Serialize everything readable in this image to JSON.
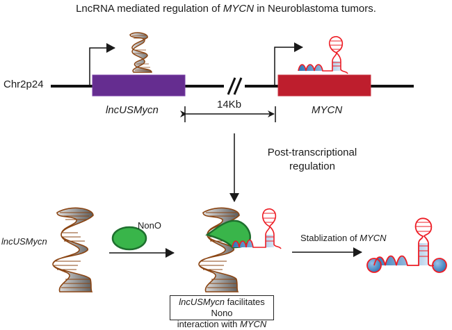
{
  "title": {
    "prefix": "LncRNA mediated regulation of ",
    "gene": "MYCN",
    "suffix": " in Neuroblastoma tumors."
  },
  "chromosome_label": "Chr2p24",
  "genes": [
    {
      "name": "lncUSMycn",
      "color": "#652d90"
    },
    {
      "name": "MYCN",
      "color": "#be1e2d"
    }
  ],
  "distance_label": "14Kb",
  "process_label": {
    "line1": "Post-transcriptional",
    "line2": "regulation"
  },
  "lncrna_label": "lncUSMycn",
  "protein_label": "NonO",
  "protein_color": "#39b54a",
  "stabilization": {
    "prefix": "Stablization of ",
    "gene": "MYCN"
  },
  "caption": {
    "gene1": "lncUSMycn",
    "text1": " facilitates Nono",
    "text2": "interaction with ",
    "gene2": "MYCN"
  },
  "colors": {
    "rna_strand": "#8b4513",
    "mrna_outline": "#ed1c24",
    "mrna_fill": "#2e75b6"
  }
}
